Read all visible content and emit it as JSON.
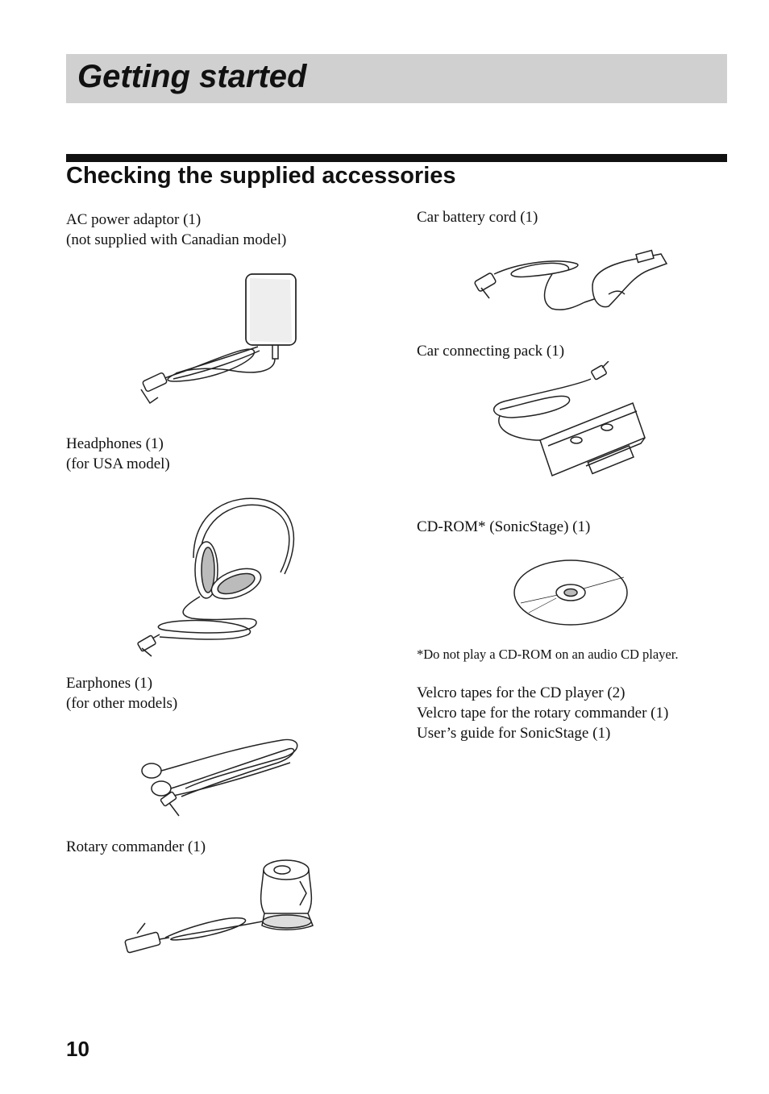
{
  "chapter": {
    "title": "Getting started"
  },
  "section": {
    "title": "Checking the supplied accessories"
  },
  "left_column": {
    "ac_adaptor": {
      "line1": "AC power adaptor (1)",
      "line2": "(not supplied with Canadian model)"
    },
    "headphones": {
      "line1": "Headphones (1)",
      "line2": "(for USA model)"
    },
    "earphones": {
      "line1": "Earphones  (1)",
      "line2": "(for other models)"
    },
    "rotary_commander": {
      "line1": "Rotary commander (1)"
    }
  },
  "right_column": {
    "car_battery_cord": {
      "line1": "Car battery cord (1)"
    },
    "car_connecting_pack": {
      "line1": "Car connecting pack (1)"
    },
    "cd_rom": {
      "line1": "CD-ROM* (SonicStage) (1)"
    },
    "footnote": "*Do not play a CD-ROM on an audio CD player.",
    "extras": [
      "Velcro tapes for the CD player (2)",
      "Velcro tape for the rotary commander (1)",
      "User’s guide for SonicStage (1)"
    ]
  },
  "footer": {
    "page_number": "10"
  }
}
